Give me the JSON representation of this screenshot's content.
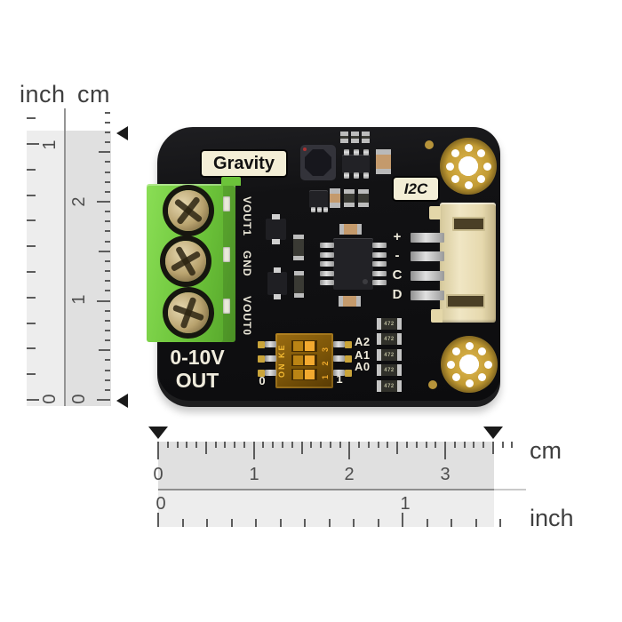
{
  "board": {
    "brand_label": "Gravity",
    "interface_label": "I2C",
    "output_line1": "0-10V",
    "output_line2": "OUT",
    "terminal_pin_labels": [
      "VOUT1",
      "GND",
      "VOUT0"
    ],
    "connector_pin_labels": [
      "+",
      "-",
      "C",
      "D"
    ],
    "dip_switch": {
      "side_label": "ON KE",
      "position_numbers": "1 2 3",
      "address_labels": [
        "A2",
        "A1",
        "A0"
      ],
      "left_value": "0",
      "right_value": "1"
    },
    "resistor_marking": "472"
  },
  "rulers": {
    "vertical": {
      "inch_header": "inch",
      "cm_header": "cm",
      "inch_numbers": [
        "1",
        "0"
      ],
      "cm_numbers": [
        "2",
        "1",
        "0"
      ]
    },
    "horizontal": {
      "cm_label": "cm",
      "inch_label": "inch",
      "cm_numbers": [
        "0",
        "1",
        "2",
        "3"
      ],
      "inch_numbers": [
        "0",
        "1"
      ]
    }
  },
  "colors": {
    "board": "#121214",
    "silkscreen": "#efebdc",
    "terminal_green": "#6cc33a",
    "connector_beige": "#e9dcb2",
    "gold": "#c9a43a",
    "dip_body": "#7a5408",
    "label_background": "#f3eed6"
  }
}
